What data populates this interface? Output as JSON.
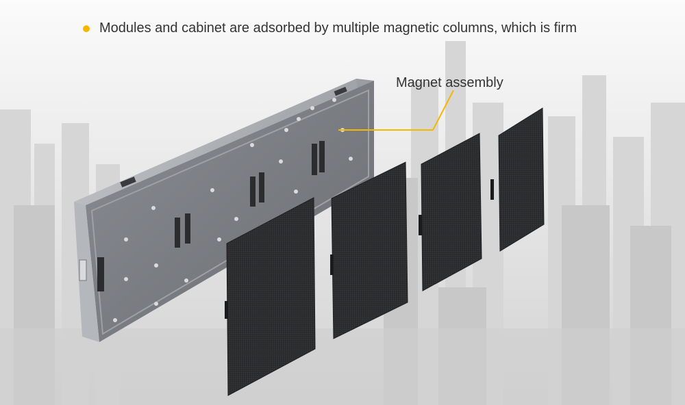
{
  "caption": {
    "text": "Modules and cabinet are adsorbed by multiple magnetic columns, which is firm",
    "bullet_color": "#f5b800"
  },
  "callout": {
    "label": "Magnet assembly",
    "line_color": "#f5b800"
  },
  "illustration": {
    "subject": "led-cabinet-with-magnetic-modules",
    "module_count": 4
  }
}
